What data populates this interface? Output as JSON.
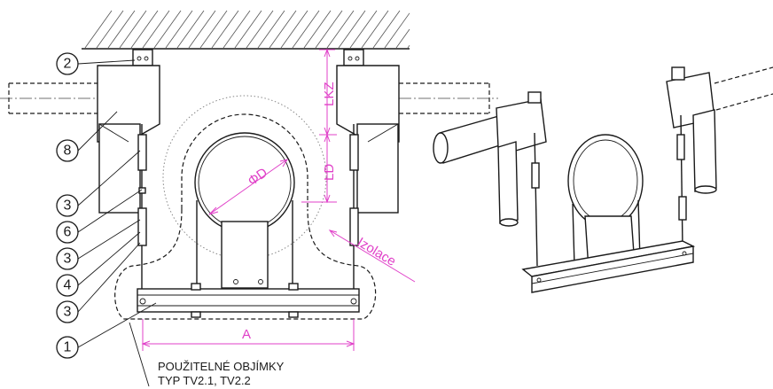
{
  "callouts": [
    "2",
    "8",
    "3",
    "6",
    "3",
    "4",
    "3",
    "1"
  ],
  "dimensions": {
    "lkz": "LKZ",
    "ld": "LD",
    "diameter": "ΦD",
    "insulation": "Izolace",
    "width": "A"
  },
  "note": {
    "line1": "POUŽITELNÉ OBJÍMKY",
    "line2": "TYP TV2.1, TV2.2"
  },
  "colors": {
    "dimension": "#e040c8",
    "ink": "#1a1a1a"
  }
}
